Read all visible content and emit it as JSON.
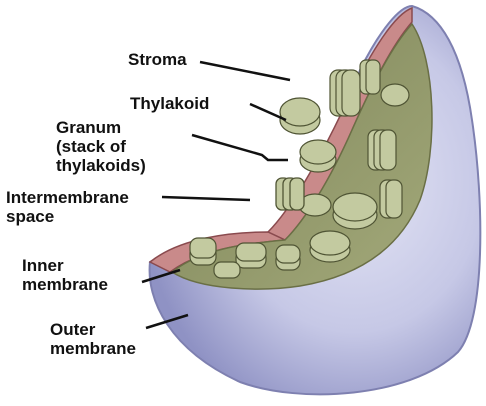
{
  "diagram": {
    "labels": {
      "stroma": "Stroma",
      "thylakoid": "Thylakoid",
      "granum": "Granum\n(stack of\nthylakoids)",
      "intermembrane_space": "Intermembrane\nspace",
      "inner_membrane": "Inner\nmembrane",
      "outer_membrane": "Outer\nmembrane"
    },
    "colors": {
      "outer_membrane": "#c9cbe6",
      "outer_membrane_shade": "#9fa2cf",
      "intermembrane": "#c98a8a",
      "inner_membrane": "#b56f72",
      "stroma": "#8f9669",
      "thylakoid": "#c3caa0",
      "leader_line": "#111111"
    }
  }
}
